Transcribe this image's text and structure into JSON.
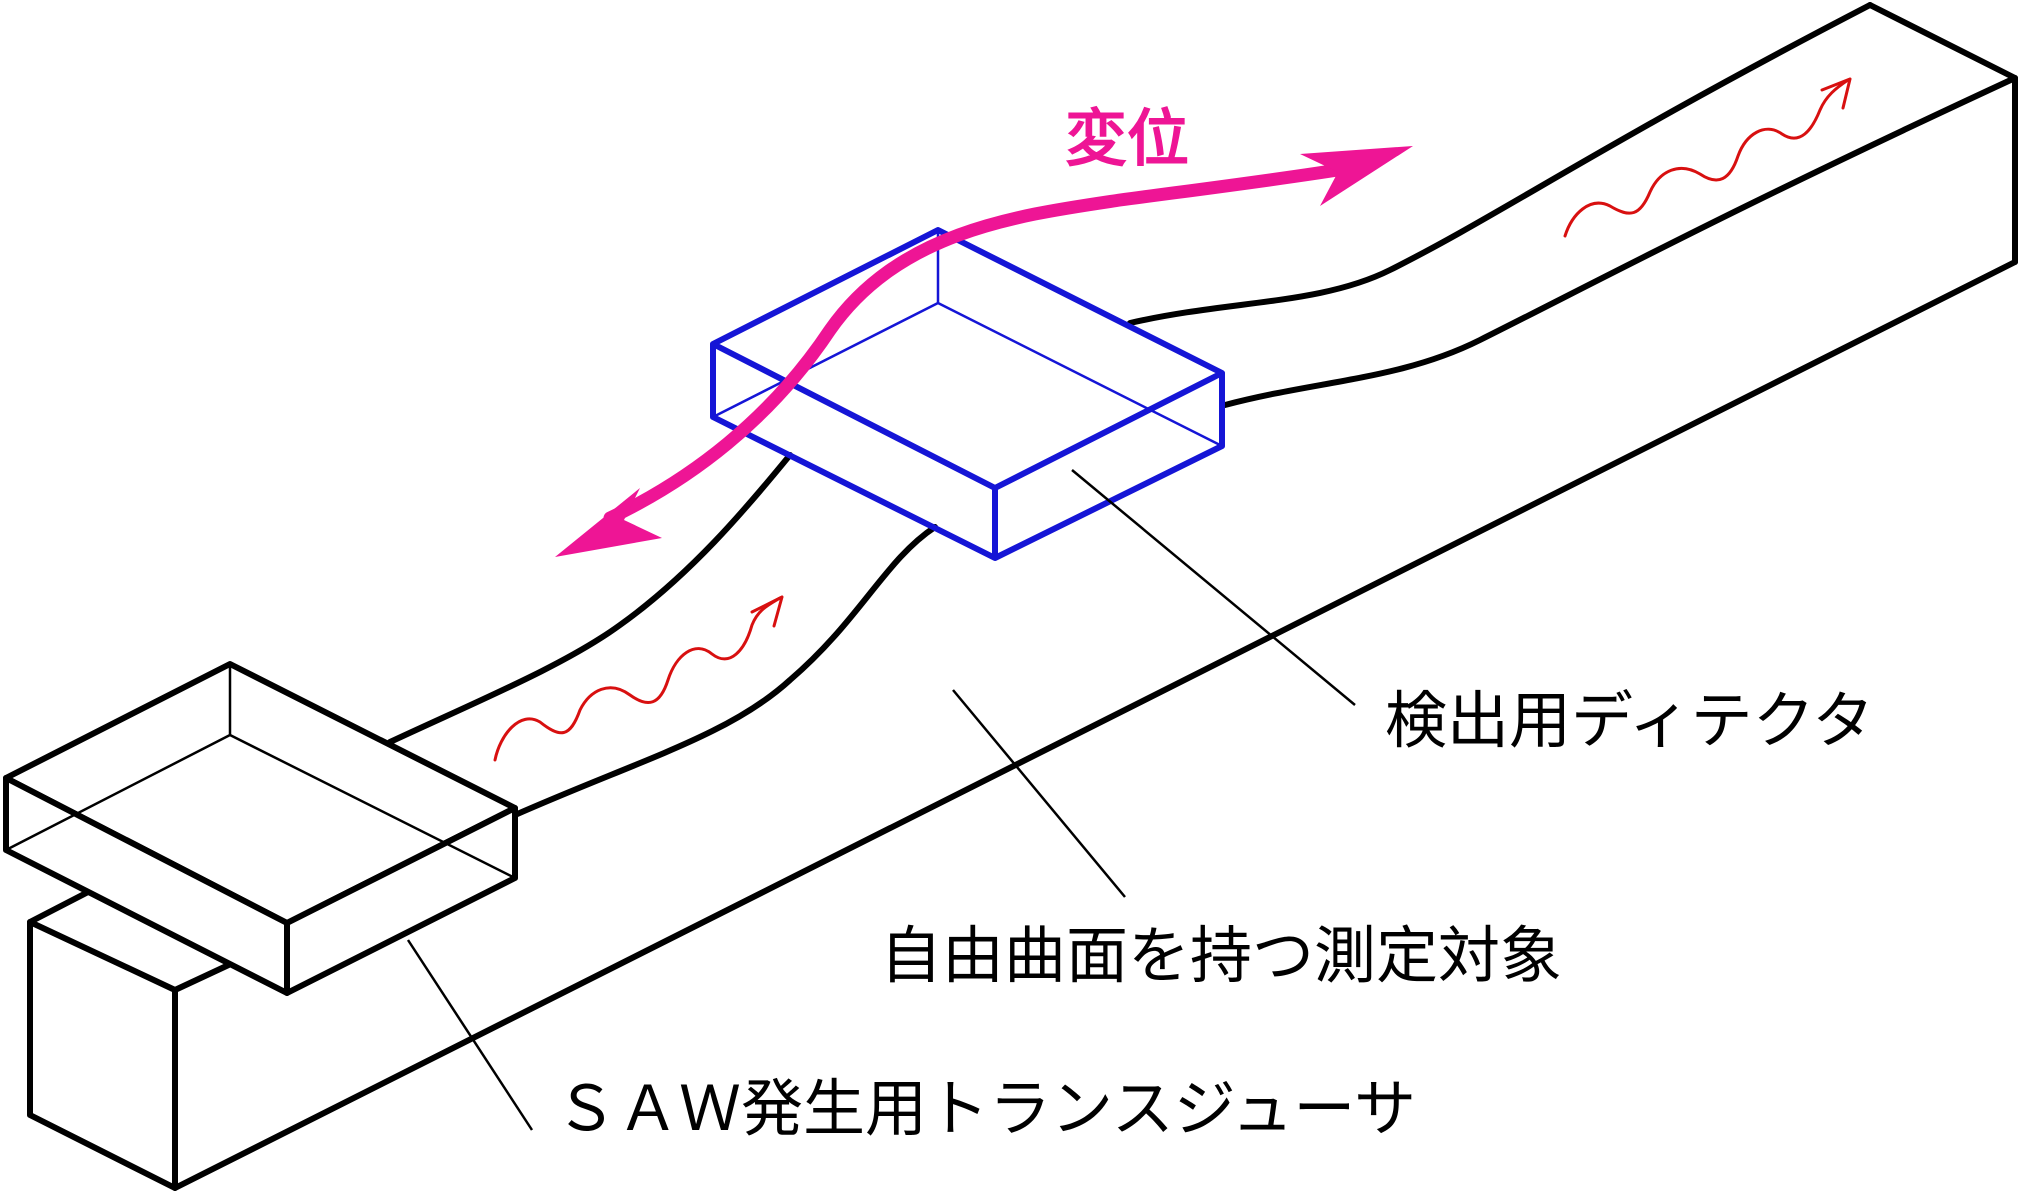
{
  "labels": {
    "displacement": "変位",
    "detector": "検出用ディテクタ",
    "target": "自由曲面を持つ測定対象",
    "transducer": "ＳＡＷ発生用トランスジューサ"
  },
  "colors": {
    "outline": "#000000",
    "detector": "#1515d6",
    "displacement": "#ee1595",
    "wave": "#d81010",
    "background": "#ffffff"
  }
}
